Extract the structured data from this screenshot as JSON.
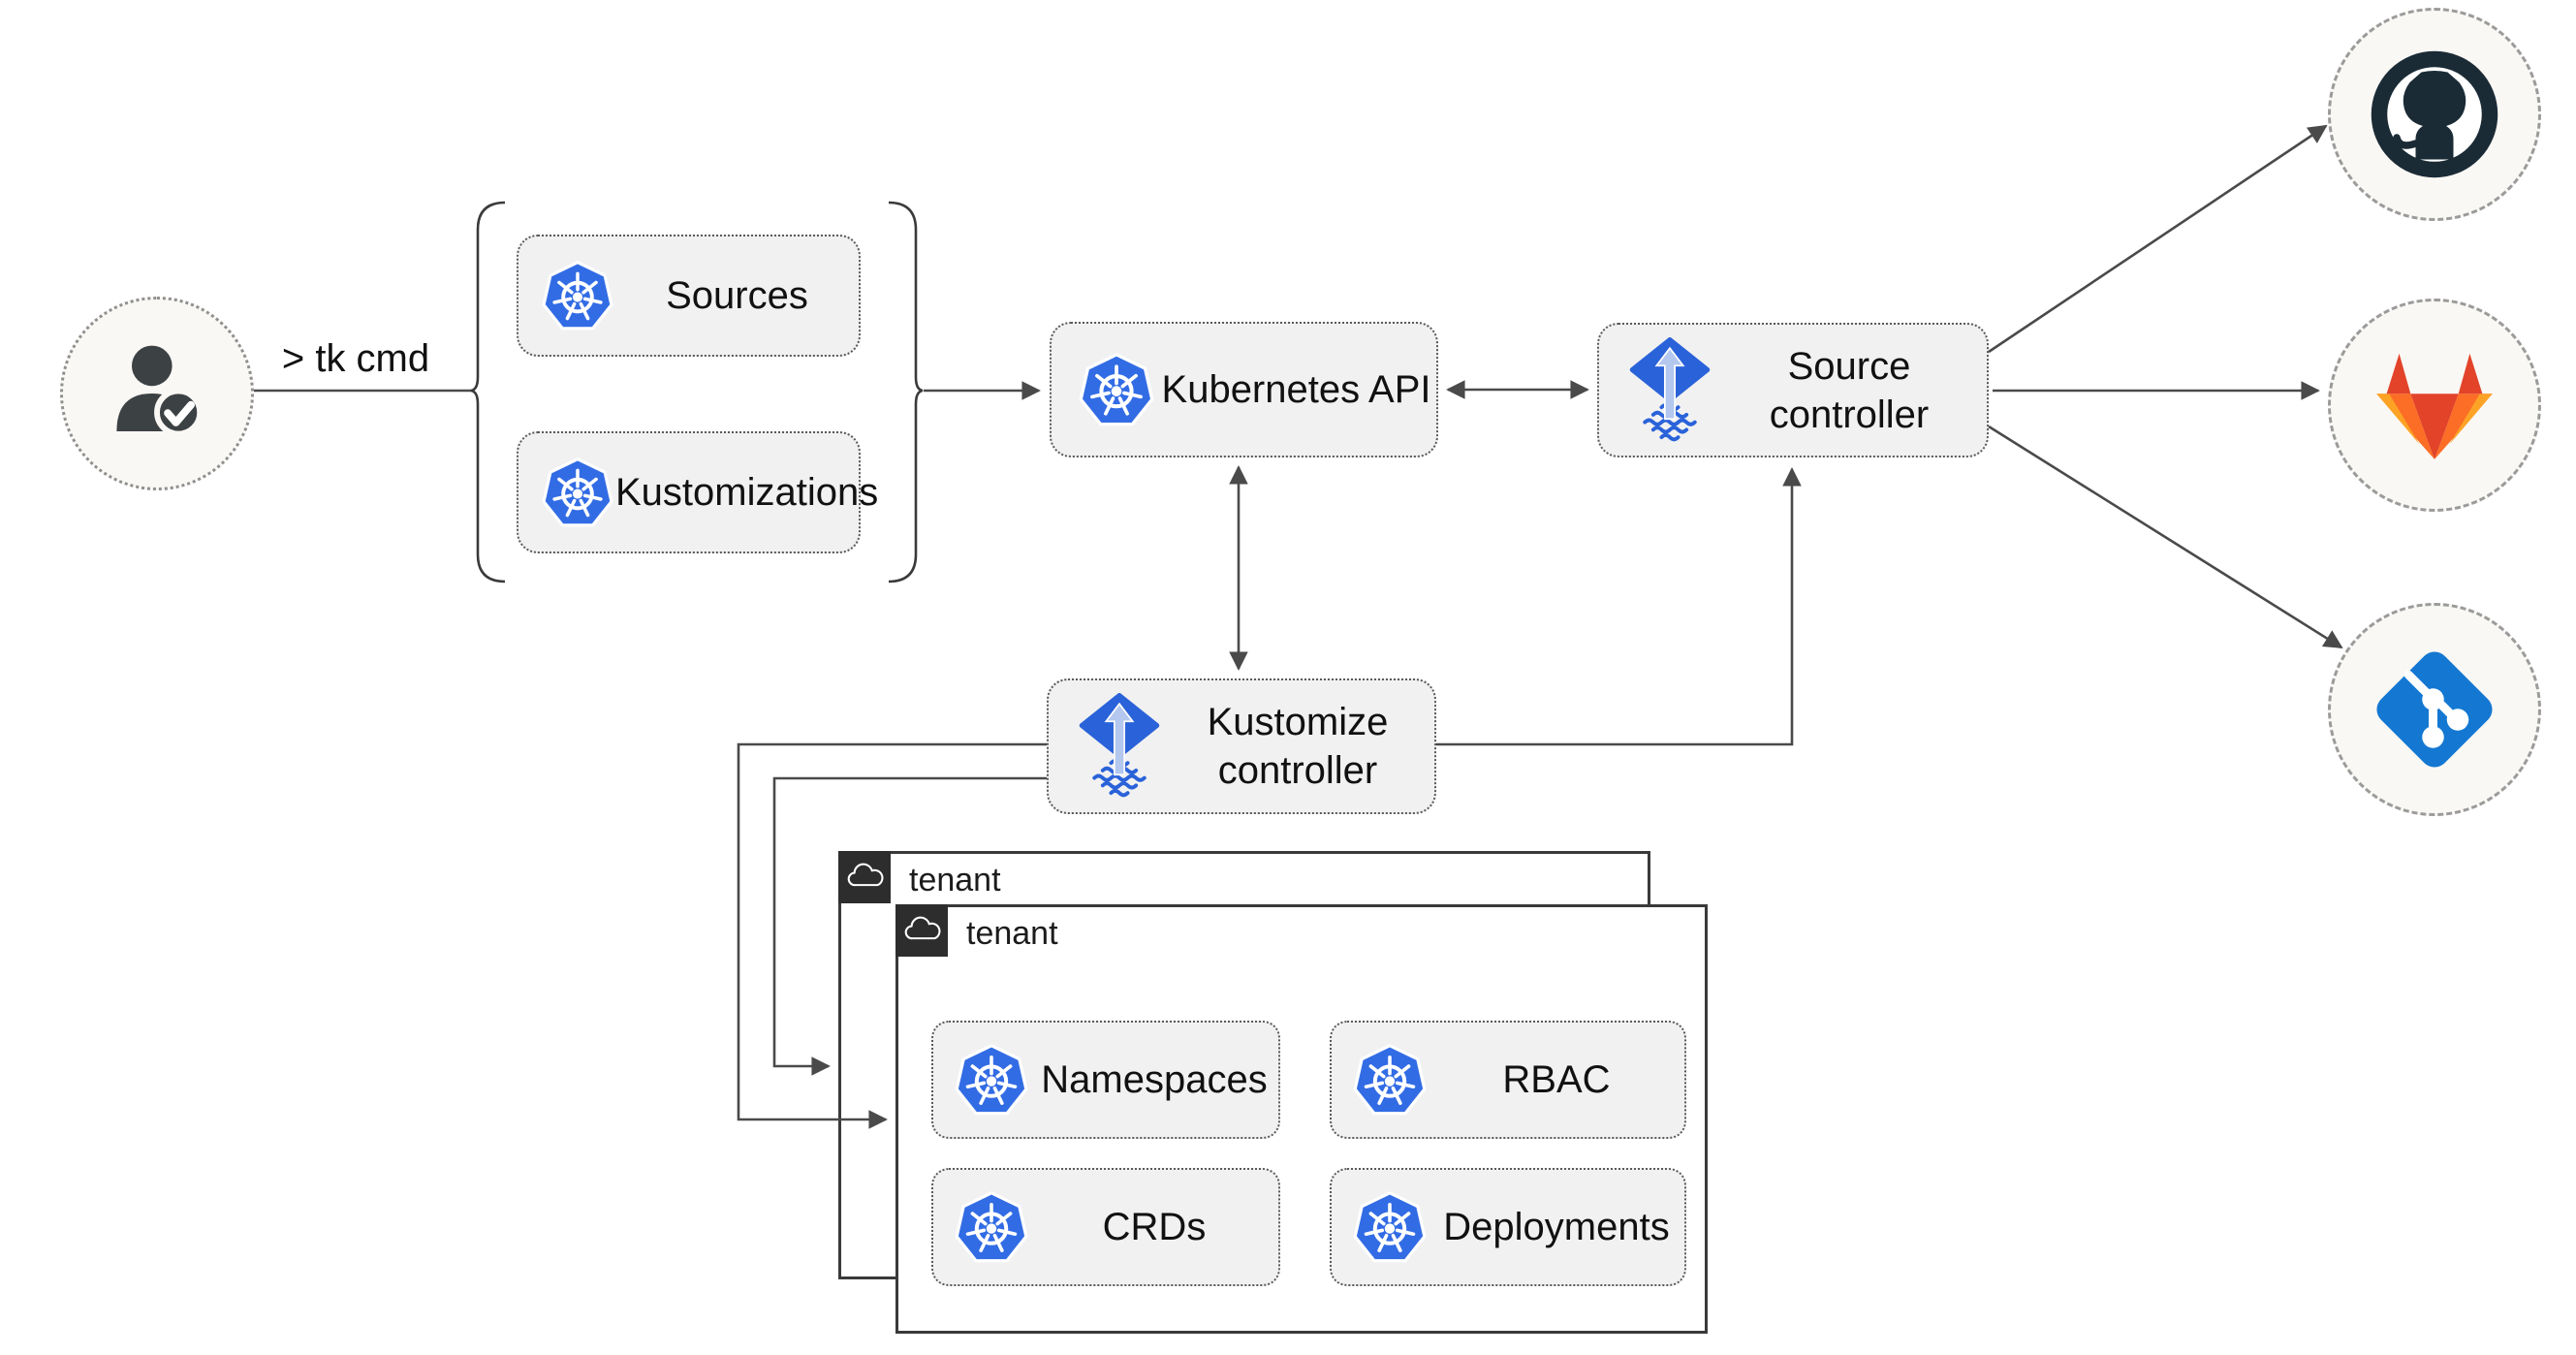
{
  "actor": {
    "command_label": "> tk cmd"
  },
  "bracket_group": {
    "items": [
      {
        "label": "Sources"
      },
      {
        "label": "Kustomizations"
      }
    ]
  },
  "nodes": {
    "kubernetes_api": {
      "label": "Kubernetes API"
    },
    "source_controller": {
      "label": "Source\ncontroller"
    },
    "kustomize_controller": {
      "label": "Kustomize\ncontroller"
    }
  },
  "tenants": {
    "back": {
      "label": "tenant"
    },
    "front": {
      "label": "tenant",
      "resources": [
        {
          "label": "Namespaces"
        },
        {
          "label": "RBAC"
        },
        {
          "label": "CRDs"
        },
        {
          "label": "Deployments"
        }
      ]
    }
  },
  "remotes": [
    {
      "name": "GitHub"
    },
    {
      "name": "GitLab"
    },
    {
      "name": "Git"
    }
  ],
  "colors": {
    "kubernetes_blue": "#326ce5",
    "flux_blue": "#2a62d9",
    "flux_arrow_light": "#b3c7ef",
    "github_dark": "#1b2b36",
    "gitlab_red": "#e24329",
    "gitlab_orange": "#fc6d26",
    "gitlab_amber": "#fca326",
    "git_blue": "#1478d2",
    "connector_gray": "#4a4a4a",
    "node_fill": "#f1f1f1",
    "circle_fill": "#faf8f4",
    "tenant_tab": "#2d2d2d"
  }
}
